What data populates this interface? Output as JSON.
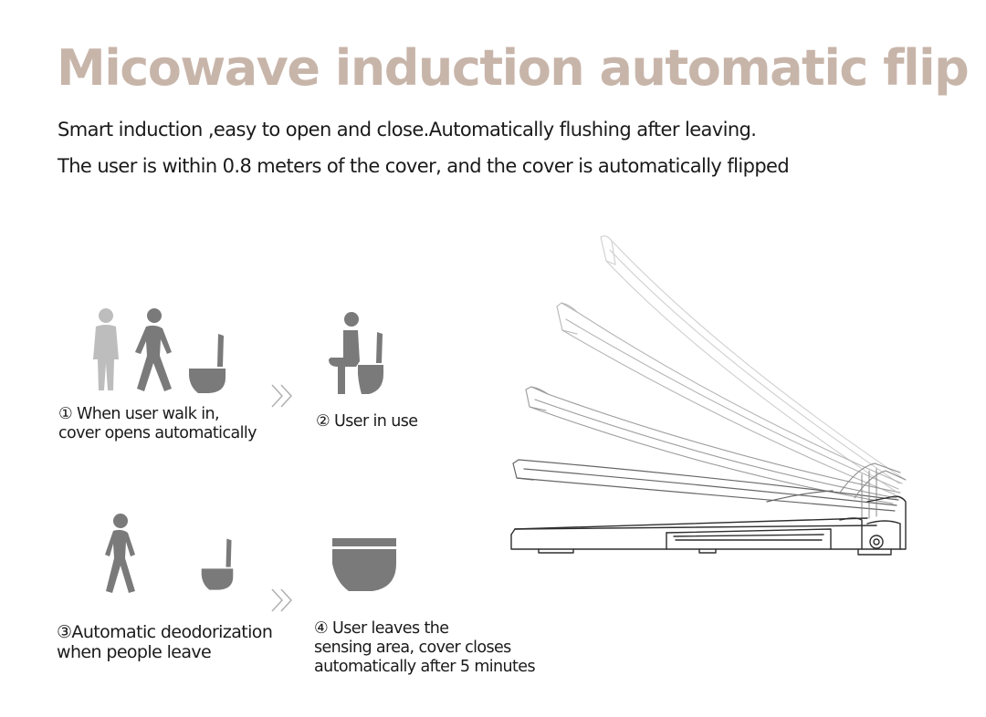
{
  "header": {
    "title": "Micowave induction automatic flip",
    "line1": "Smart induction ,easy to open and close.Automatically flushing after leaving.",
    "line2": "The user is within 0.8 meters of the cover, and the cover is automatically flipped"
  },
  "steps": [
    {
      "lines": [
        "① When user walk in,",
        "cover opens automatically"
      ]
    },
    {
      "lines": [
        "② User in use"
      ]
    },
    {
      "lines": [
        "③Automatic deodorization",
        "when people leave"
      ]
    },
    {
      "lines": [
        "④ User leaves the",
        "sensing area, cover closes",
        "automatically after 5 minutes"
      ]
    }
  ],
  "icons": {
    "walking_person": "walking-person-icon",
    "standing_person": "standing-person-icon",
    "toilet_lid_open": "toilet-open-icon",
    "seated_person": "seated-person-icon",
    "toilet_closed": "toilet-closed-icon",
    "arrow": "double-chevron-right-icon"
  },
  "colors": {
    "title": "#c8b5aa",
    "icon": "#7a7a7a",
    "icon_light": "#bdbdbd",
    "line_drawing": "#3a3a3a"
  }
}
